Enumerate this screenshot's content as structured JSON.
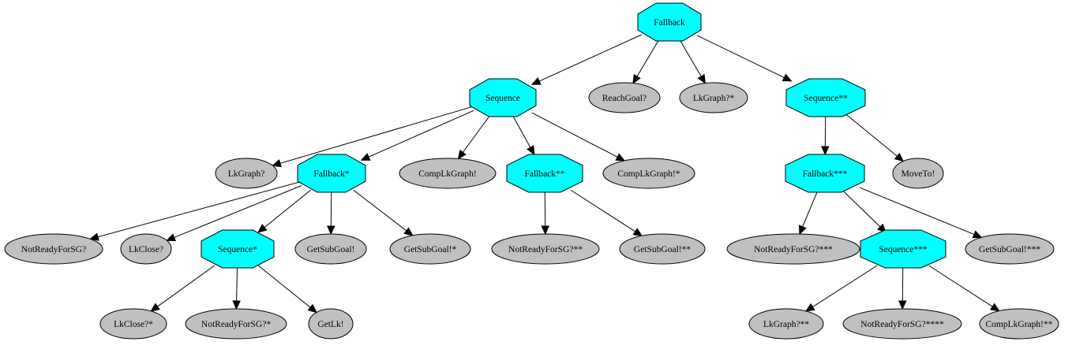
{
  "diagram": {
    "type": "behavior-tree",
    "colors": {
      "control": "#00ffff",
      "leaf": "#c0c0c0",
      "edge": "#000000"
    },
    "nodes": [
      {
        "id": "fallback",
        "label": "Fallback",
        "kind": "control"
      },
      {
        "id": "sequence",
        "label": "Sequence",
        "kind": "control"
      },
      {
        "id": "reachgoal",
        "label": "ReachGoal?",
        "kind": "leaf"
      },
      {
        "id": "lkgraph-star",
        "label": "LkGraph?*",
        "kind": "leaf"
      },
      {
        "id": "sequence-2",
        "label": "Sequence**",
        "kind": "control"
      },
      {
        "id": "lkgraph",
        "label": "LkGraph?",
        "kind": "leaf"
      },
      {
        "id": "fallback-1",
        "label": "Fallback*",
        "kind": "control"
      },
      {
        "id": "complkgraph",
        "label": "CompLkGraph!",
        "kind": "leaf"
      },
      {
        "id": "fallback-2",
        "label": "Fallback**",
        "kind": "control"
      },
      {
        "id": "complkgraph-star",
        "label": "CompLkGraph!*",
        "kind": "leaf"
      },
      {
        "id": "fallback-3",
        "label": "Fallback***",
        "kind": "control"
      },
      {
        "id": "moveto",
        "label": "MoveTo!",
        "kind": "leaf"
      },
      {
        "id": "notready",
        "label": "NotReadyForSG?",
        "kind": "leaf"
      },
      {
        "id": "lkclose",
        "label": "LkClose?",
        "kind": "leaf"
      },
      {
        "id": "sequence-1",
        "label": "Sequence*",
        "kind": "control"
      },
      {
        "id": "getsubgoal",
        "label": "GetSubGoal!",
        "kind": "leaf"
      },
      {
        "id": "getsubgoal-1",
        "label": "GetSubGoal!*",
        "kind": "leaf"
      },
      {
        "id": "notready-2",
        "label": "NotReadyForSG?**",
        "kind": "leaf"
      },
      {
        "id": "getsubgoal-2",
        "label": "GetSubGoal!**",
        "kind": "leaf"
      },
      {
        "id": "notready-3",
        "label": "NotReadyForSG?***",
        "kind": "leaf"
      },
      {
        "id": "sequence-3",
        "label": "Sequence***",
        "kind": "control"
      },
      {
        "id": "getsubgoal-3",
        "label": "GetSubGoal!***",
        "kind": "leaf"
      },
      {
        "id": "lkclose-1",
        "label": "LkClose?*",
        "kind": "leaf"
      },
      {
        "id": "notready-1",
        "label": "NotReadyForSG?*",
        "kind": "leaf"
      },
      {
        "id": "getlk",
        "label": "GetLk!",
        "kind": "leaf"
      },
      {
        "id": "lkgraph-2",
        "label": "LkGraph?**",
        "kind": "leaf"
      },
      {
        "id": "notready-4",
        "label": "NotReadyForSG?****",
        "kind": "leaf"
      },
      {
        "id": "complkgraph-2",
        "label": "CompLkGraph!**",
        "kind": "leaf"
      }
    ],
    "edges": [
      [
        "fallback",
        "sequence"
      ],
      [
        "fallback",
        "reachgoal"
      ],
      [
        "fallback",
        "lkgraph-star"
      ],
      [
        "fallback",
        "sequence-2"
      ],
      [
        "sequence",
        "lkgraph"
      ],
      [
        "sequence",
        "fallback-1"
      ],
      [
        "sequence",
        "complkgraph"
      ],
      [
        "sequence",
        "fallback-2"
      ],
      [
        "sequence",
        "complkgraph-star"
      ],
      [
        "fallback-1",
        "notready"
      ],
      [
        "fallback-1",
        "lkclose"
      ],
      [
        "fallback-1",
        "sequence-1"
      ],
      [
        "fallback-1",
        "getsubgoal"
      ],
      [
        "fallback-1",
        "getsubgoal-1"
      ],
      [
        "sequence-1",
        "lkclose-1"
      ],
      [
        "sequence-1",
        "notready-1"
      ],
      [
        "sequence-1",
        "getlk"
      ],
      [
        "fallback-2",
        "notready-2"
      ],
      [
        "fallback-2",
        "getsubgoal-2"
      ],
      [
        "sequence-2",
        "fallback-3"
      ],
      [
        "sequence-2",
        "moveto"
      ],
      [
        "fallback-3",
        "notready-3"
      ],
      [
        "fallback-3",
        "sequence-3"
      ],
      [
        "fallback-3",
        "getsubgoal-3"
      ],
      [
        "sequence-3",
        "lkgraph-2"
      ],
      [
        "sequence-3",
        "notready-4"
      ],
      [
        "sequence-3",
        "complkgraph-2"
      ]
    ]
  }
}
